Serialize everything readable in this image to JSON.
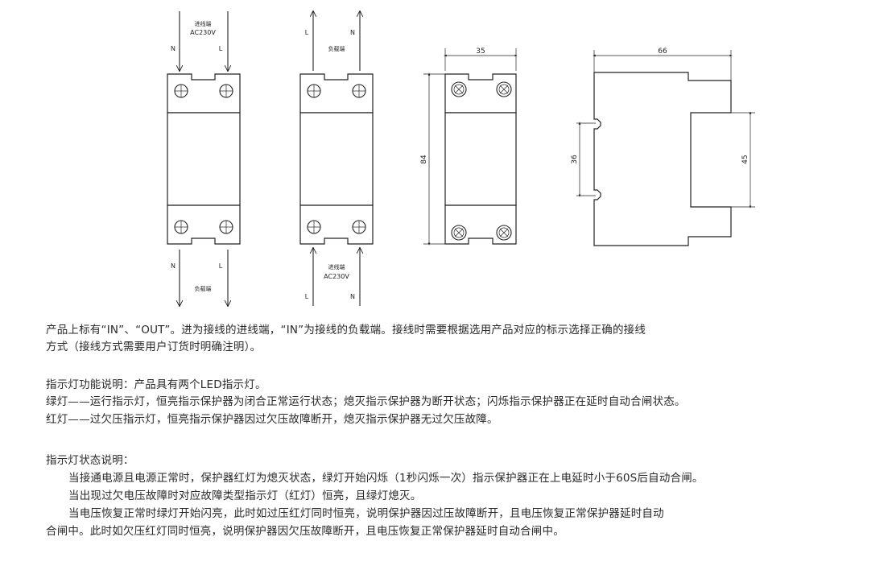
{
  "diagram": {
    "unit1": {
      "top_label_line1": "进线端",
      "top_label_line2": "AC230V",
      "top_n": "N",
      "top_l": "L",
      "bottom_n": "N",
      "bottom_l": "L",
      "bottom_label": "负载端"
    },
    "unit2": {
      "top_l": "L",
      "top_n": "N",
      "top_label": "负载端",
      "bottom_label_line1": "进线端",
      "bottom_label_line2": "AC230V",
      "bottom_l": "L",
      "bottom_n": "N"
    },
    "dims": {
      "width_front": "35",
      "height_front": "84",
      "depth": "66",
      "rail": "36",
      "side": "45"
    }
  },
  "text": {
    "para1_line1": "产品上标有“IN”、“OUT”。进为接线的进线端，“IN”为接线的负载端。接线时需要根据选用产品对应的标示选择正确的接线",
    "para1_line2": "方式（接线方式需要用户订货时明确注明）。",
    "para2_line1": "指示灯功能说明：产品具有两个LED指示灯。",
    "para2_line2": "绿灯——运行指示灯，恒亮指示保护器为闭合正常运行状态；熄灭指示保护器为断开状态；闪烁指示保护器正在延时自动合闸状态。",
    "para2_line3": "红灯——过欠压指示灯，恒亮指示保护器因过欠压故障断开，熄灭指示保护器无过欠压故障。",
    "para3_line1": "指示灯状态说明：",
    "para3_line2": "当接通电源且电源正常时，保护器红灯为熄灭状态，绿灯开始闪烁（1秒闪烁一次）指示保护器正在上电延时小于60S后自动合闸。",
    "para3_line3": "当出现过欠电压故障时对应故障类型指示灯（红灯）恒亮，且绿灯熄灭。",
    "para3_line4": "当电压恢复正常时绿灯开始闪亮，此时如过压红灯同时恒亮，说明保护器因过压故障断开，且电压恢复正常保护器延时自动",
    "para3_line5": "合闸中。此时如欠压红灯同时恒亮，说明保护器因欠压故障断开，且电压恢复正常保护器延时自动合闸中。"
  }
}
